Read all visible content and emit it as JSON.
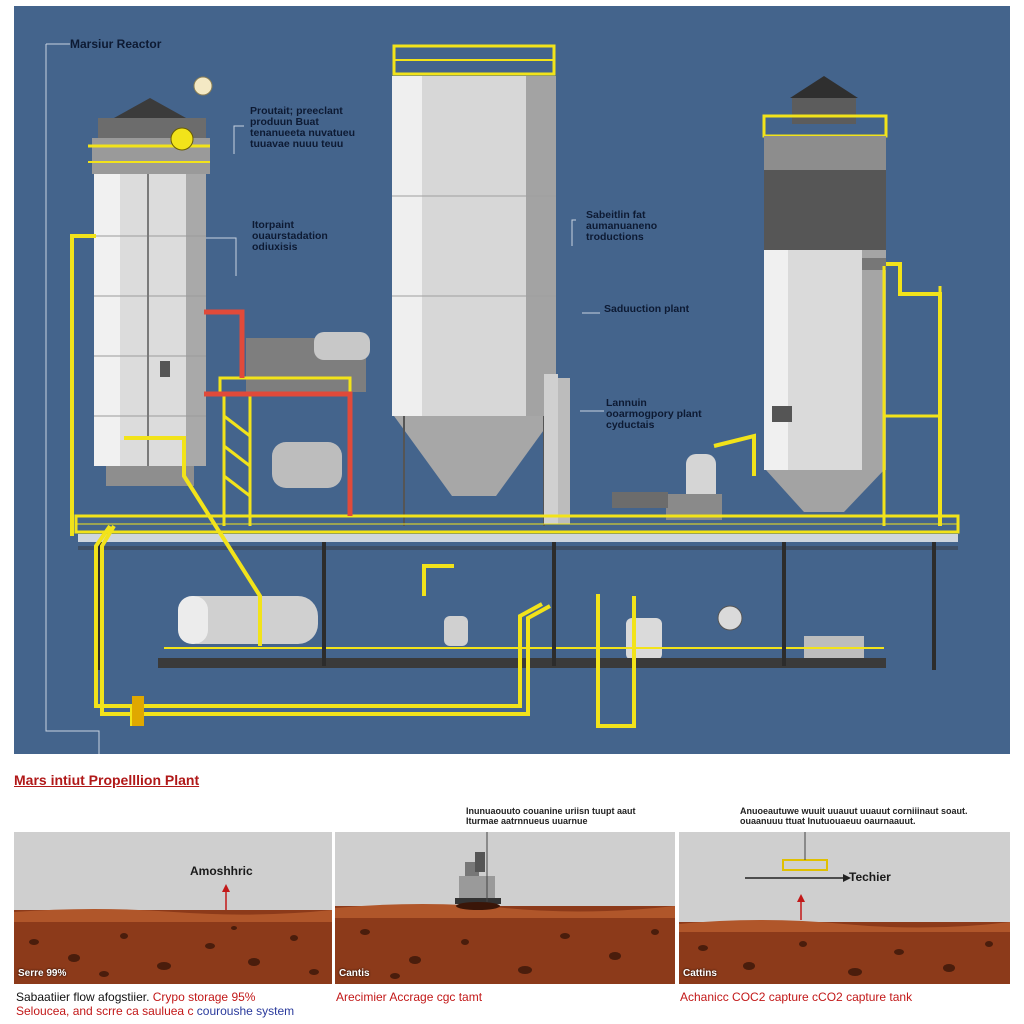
{
  "diagram": {
    "title": "Marsiur Reactor",
    "labels": {
      "left_top": [
        "Proutait; preeclant",
        "produun Buat",
        "tenanueeta nuvatueu",
        "tuuavae nuuu teuu"
      ],
      "left_mid": [
        "Itorpaint",
        "ouaurstadation",
        "odiuxisis"
      ],
      "center_a": [
        "Sabeitlin fat",
        "aumanuaneno",
        "troductions"
      ],
      "center_b": "Saduuction plant",
      "center_c": [
        "Lannuin",
        "ooarmogpory  plant",
        "cyductais"
      ]
    }
  },
  "section_title": "Mars intiut Propelllion Plant",
  "panels": [
    {
      "label": "Amoshhric",
      "tag": "Serre 99%",
      "annotation": []
    },
    {
      "label": "",
      "tag": "Cantis",
      "annotation": [
        "Inunuaouuto couanine uriisn tuupt aaut",
        "Iturmae aatrnnueus uuarnue"
      ]
    },
    {
      "label": "Techier",
      "tag": "Cattins",
      "annotation": [
        "Anuoeautuwe wuuit uuauut uuauut corniiinaut soaut.",
        "ouaanuuu ttuat Inutuouaeuu oaurnaauut."
      ]
    }
  ],
  "captions": {
    "col1_line1_black": "Sabaatiier flow afogstiier.",
    "col1_line1_red": " Crypo storage 95%",
    "col1_line2_red": "Seloucea, and scrre ca sauluea c",
    "col1_line2_blue": " couroushe system",
    "col2": "Arecimier Accrage cgc tamt",
    "col3": "Achanicc COC2 capture cCO2 capture tank"
  },
  "colors": {
    "background": "#44648c",
    "pipe": "#f2e31a",
    "accent_red": "#b01818",
    "soil": "#8c3a1a"
  }
}
